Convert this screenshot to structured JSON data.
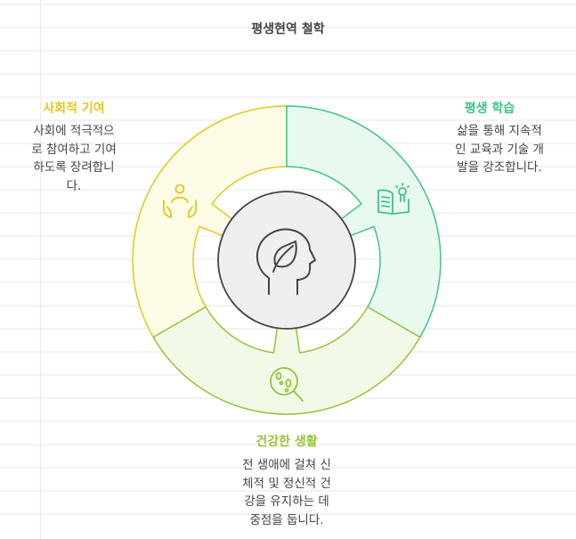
{
  "title": "평생현역 철학",
  "colors": {
    "social": {
      "stroke": "#e2c81a",
      "fill": "#fefbe6"
    },
    "learning": {
      "stroke": "#3dc587",
      "fill": "#e8f9f0"
    },
    "health": {
      "stroke": "#96c43a",
      "fill": "#f2f9e7"
    },
    "center": {
      "stroke": "#444444",
      "fill": "#efefef"
    }
  },
  "segments": {
    "social": {
      "heading": "사회적 기여",
      "lines": [
        "사회에 적극적으",
        "로 참여하고 기여",
        "하도록 장려합니",
        "다."
      ],
      "icon": "helping-hands-person-icon"
    },
    "learning": {
      "heading": "평생 학습",
      "lines": [
        "삶을 통해 지속적",
        "인 교육과 기술 개",
        "발을 강조합니다."
      ],
      "icon": "book-lightbulb-icon"
    },
    "health": {
      "heading": "건강한 생활",
      "lines": [
        "전 생애에 걸쳐 신",
        "체적 및 정신적 건",
        "강을 유지하는 데",
        "중점을 둡니다."
      ],
      "icon": "magnifier-cells-icon"
    }
  },
  "center_icon": "head-leaf-icon"
}
